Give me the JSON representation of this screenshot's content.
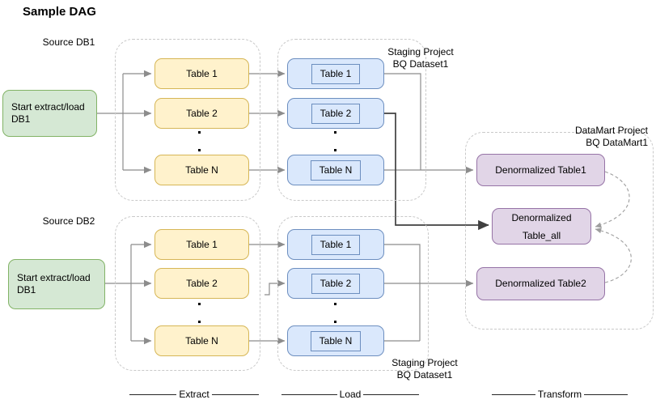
{
  "title": "Sample DAG",
  "axis": {
    "extract": "Extract",
    "load": "Load",
    "transform": "Transform"
  },
  "db1": {
    "source_label": "Source DB1",
    "start_label": "Start extract/load DB1",
    "extract_tables": [
      "Table 1",
      "Table 2",
      "Table N"
    ],
    "load_tables": [
      "Table 1",
      "Table 2",
      "Table N"
    ],
    "staging_label": "Staging Project BQ Dataset1"
  },
  "db2": {
    "source_label": "Source DB2",
    "start_label": "Start extract/load DB1",
    "extract_tables": [
      "Table 1",
      "Table 2",
      "Table N"
    ],
    "load_tables": [
      "Table 1",
      "Table 2",
      "Table N"
    ],
    "staging_label": "Staging Project BQ Dataset1"
  },
  "datamart": {
    "label": "DataMart Project BQ DataMart1",
    "tables": [
      "Denormalized Table1",
      "Denormalized Table_all",
      "Denormalized Table2"
    ]
  },
  "colors": {
    "start_fill": "#d5e8d4",
    "start_border": "#82b366",
    "extract_fill": "#fff2cc",
    "extract_border": "#d6b656",
    "load_fill": "#dae8fc",
    "load_border": "#6c8ebf",
    "datamart_fill": "#e1d5e7",
    "datamart_border": "#9673a6",
    "connector": "#8c8c8c",
    "connector_emphasis": "#404040",
    "container_dash": "#c9c9c9",
    "dependency_dash": "#9e9e9e"
  }
}
